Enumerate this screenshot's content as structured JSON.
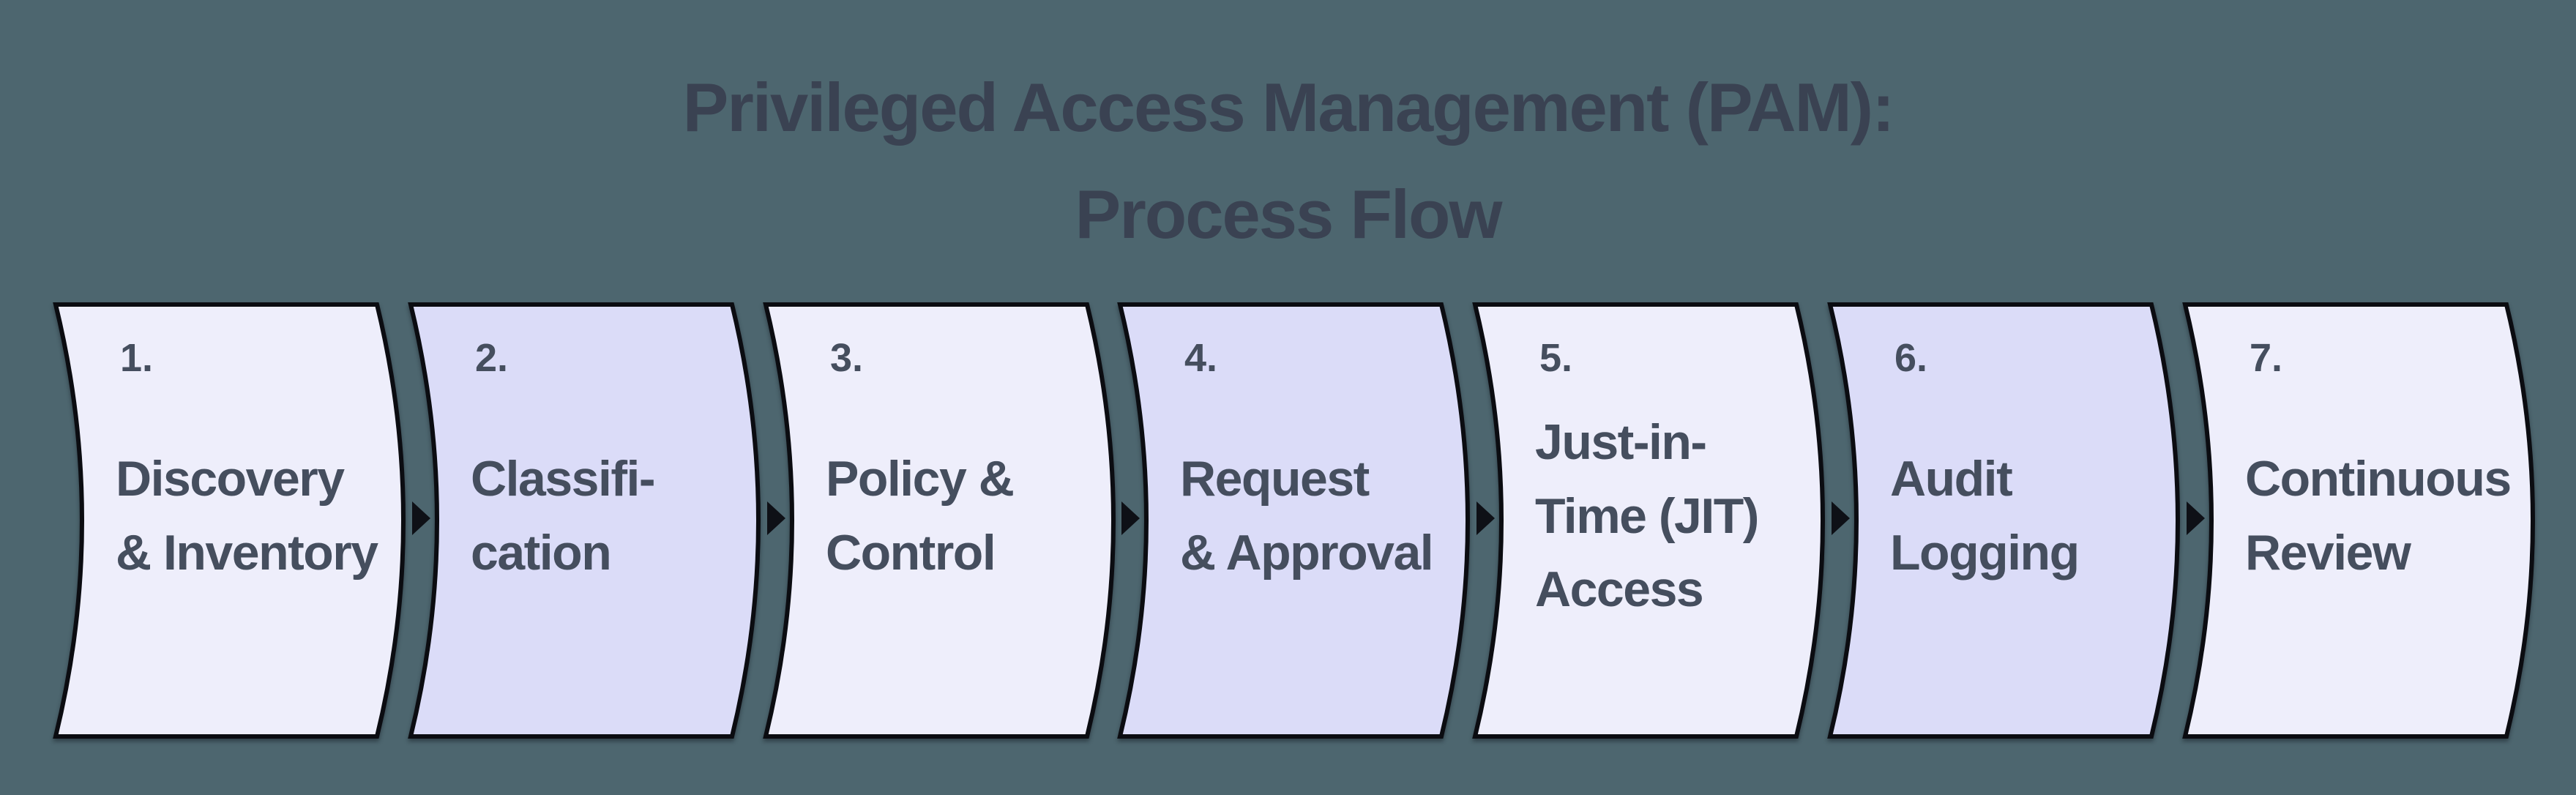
{
  "title": {
    "line1": "Privileged Access Management (PAM):",
    "line2": "Process Flow"
  },
  "steps": [
    {
      "number": "1.",
      "label": "Discovery\n& Inventory",
      "variant": "light"
    },
    {
      "number": "2.",
      "label": "Classifi-\ncation",
      "variant": "dark"
    },
    {
      "number": "3.",
      "label": "Policy &\nControl",
      "variant": "light"
    },
    {
      "number": "4.",
      "label": "Request\n& Approval",
      "variant": "dark"
    },
    {
      "number": "5.",
      "label": "Just-in-\nTime (JIT)\nAccess",
      "variant": "light"
    },
    {
      "number": "6.",
      "label": "Audit\nLogging",
      "variant": "dark"
    },
    {
      "number": "7.",
      "label": "Continuous\nReview",
      "variant": "light"
    }
  ],
  "arrow_icon": "right-triangle-arrow-icon",
  "colors": {
    "bg": "#4D666F",
    "card_light": "#EEEEFB",
    "card_dark": "#DBDCF8",
    "border": "#0B0C11",
    "text": "#454E5E",
    "title": "#3A4252",
    "arrow": "#0E1016"
  }
}
